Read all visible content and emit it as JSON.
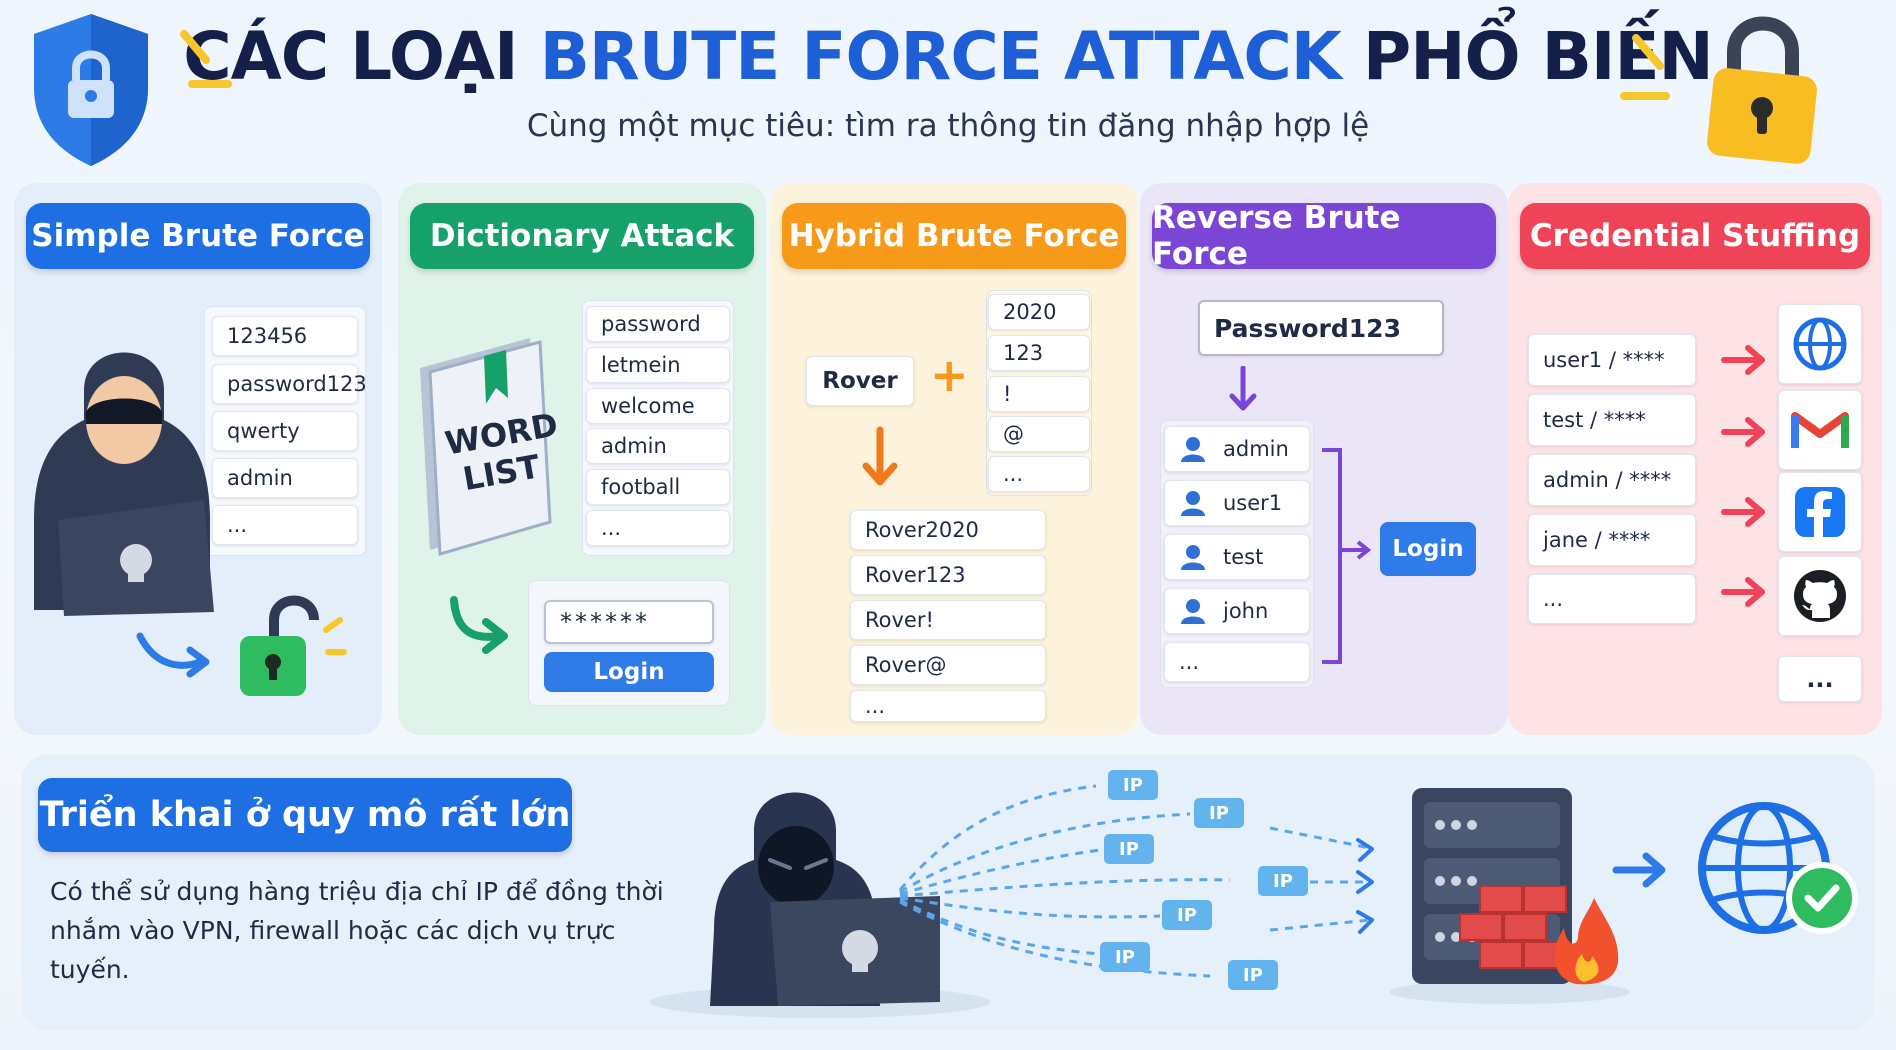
{
  "header": {
    "title_part1": "CÁC LOẠI ",
    "title_highlight": "BRUTE FORCE ATTACK",
    "title_part2": " PHỔ BIẾN",
    "subtitle": "Cùng một mục tiêu: tìm ra thông tin đăng nhập hợp lệ"
  },
  "simple": {
    "title": "Simple Brute Force",
    "passwords": [
      "123456",
      "password123",
      "qwerty",
      "admin",
      "..."
    ]
  },
  "dictionary": {
    "title": "Dictionary Attack",
    "book_line1": "WORD",
    "book_line2": "LIST",
    "words": [
      "password",
      "letmein",
      "welcome",
      "admin",
      "football",
      "..."
    ],
    "password_mask": "******",
    "login_label": "Login"
  },
  "hybrid": {
    "title": "Hybrid Brute Force",
    "base_word": "Rover",
    "plus": "+",
    "suffixes": [
      "2020",
      "123",
      "!",
      "@",
      "..."
    ],
    "results": [
      "Rover2020",
      "Rover123",
      "Rover!",
      "Rover@",
      "..."
    ]
  },
  "reverse": {
    "title": "Reverse Brute Force",
    "password": "Password123",
    "users": [
      "admin",
      "user1",
      "test",
      "john",
      "..."
    ],
    "login_label": "Login"
  },
  "stuffing": {
    "title": "Credential Stuffing",
    "credentials": [
      "user1 / ****",
      "test / ****",
      "admin / ****",
      "jane / ****",
      "..."
    ],
    "more": "..."
  },
  "scale": {
    "title": "Triển khai ở quy mô rất lớn",
    "desc_line1": "Có thể sử dụng hàng triệu địa chỉ IP để đồng thời",
    "desc_line2": "nhắm vào VPN, firewall hoặc các dịch vụ trực tuyến.",
    "ip_label": "IP"
  },
  "colors": {
    "blue": "#1e6fe3",
    "green": "#16a06a",
    "orange": "#f79a1a",
    "purple": "#7b45d6",
    "red": "#ef4458"
  }
}
